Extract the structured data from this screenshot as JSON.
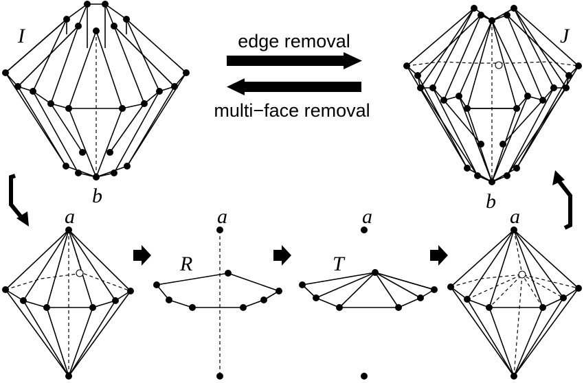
{
  "captions": {
    "edge_removal": "edge removal",
    "multi_face_removal": "multi−face removal"
  },
  "labels": {
    "I": "I",
    "J": "J",
    "R": "R",
    "T": "T",
    "a": "a",
    "b": "b"
  },
  "colors": {
    "ink": "#000000",
    "background": "#ffffff"
  },
  "icons": {
    "forward_arrow": "arrow-right-icon",
    "backward_arrow": "arrow-left-icon",
    "step_arrow": "small-arrow-right-icon",
    "hook_down": "hook-arrow-down-icon",
    "hook_up": "hook-arrow-up-icon"
  }
}
